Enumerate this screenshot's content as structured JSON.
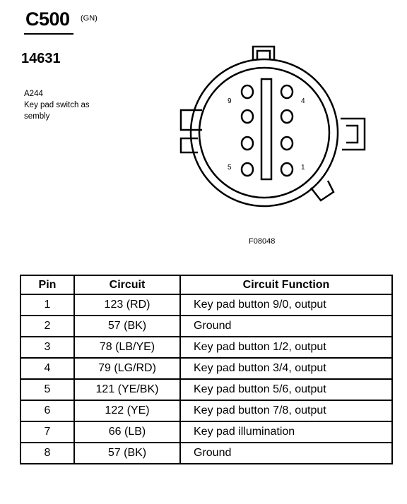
{
  "connector": {
    "id": "C500",
    "color_code": "(GN)",
    "part_number": "14631",
    "component_ref": "A244",
    "component_desc_line1": "Key pad switch as",
    "component_desc_line2": "sembly",
    "figure_code": "F08048",
    "pin_labels": {
      "top_left": "9",
      "top_right": "4",
      "bottom_left": "5",
      "bottom_right": "1"
    }
  },
  "table": {
    "headers": {
      "pin": "Pin",
      "circuit": "Circuit",
      "function": "Circuit Function"
    },
    "rows": [
      {
        "pin": "1",
        "circuit": "123 (RD)",
        "function": "Key pad button 9/0, output"
      },
      {
        "pin": "2",
        "circuit": "57 (BK)",
        "function": "Ground"
      },
      {
        "pin": "3",
        "circuit": "78 (LB/YE)",
        "function": "Key pad button 1/2, output"
      },
      {
        "pin": "4",
        "circuit": "79 (LG/RD)",
        "function": "Key pad button 3/4, output"
      },
      {
        "pin": "5",
        "circuit": "121 (YE/BK)",
        "function": "Key pad button 5/6, output"
      },
      {
        "pin": "6",
        "circuit": "122 (YE)",
        "function": "Key pad button 7/8, output"
      },
      {
        "pin": "7",
        "circuit": "66 (LB)",
        "function": "Key pad illumination"
      },
      {
        "pin": "8",
        "circuit": "57 (BK)",
        "function": "Ground"
      }
    ]
  }
}
